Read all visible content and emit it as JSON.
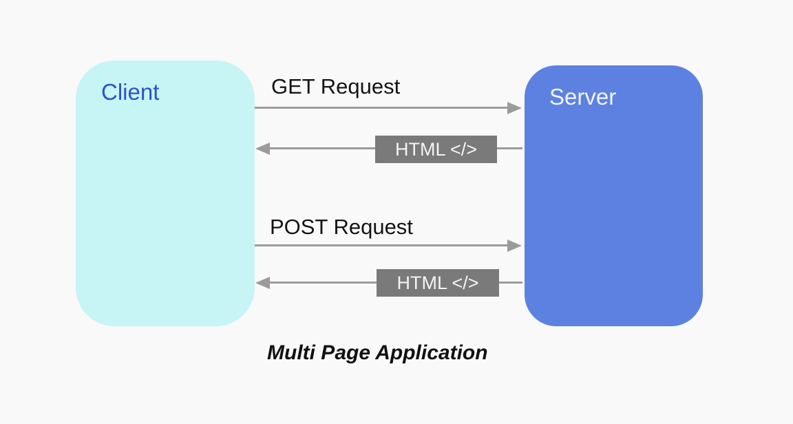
{
  "diagram": {
    "title": "Multi Page Application",
    "client": {
      "label": "Client"
    },
    "server": {
      "label": "Server"
    },
    "flows": [
      {
        "kind": "request",
        "label": "GET Request",
        "direction": "client-to-server"
      },
      {
        "kind": "response",
        "label": "HTML </>",
        "direction": "server-to-client"
      },
      {
        "kind": "request",
        "label": "POST Request",
        "direction": "client-to-server"
      },
      {
        "kind": "response",
        "label": "HTML </>",
        "direction": "server-to-client"
      }
    ]
  },
  "colors": {
    "background": "#F9F9F9",
    "client_box": "#C7F4F4",
    "client_text": "#2E52C6",
    "server_box": "#5C81E0",
    "server_text": "#F2F3F8",
    "arrow": "#9B9B9B",
    "response_box": "#7A7A7A",
    "response_text": "#F4F4F4",
    "request_text": "#141414",
    "title_text": "#111111"
  }
}
